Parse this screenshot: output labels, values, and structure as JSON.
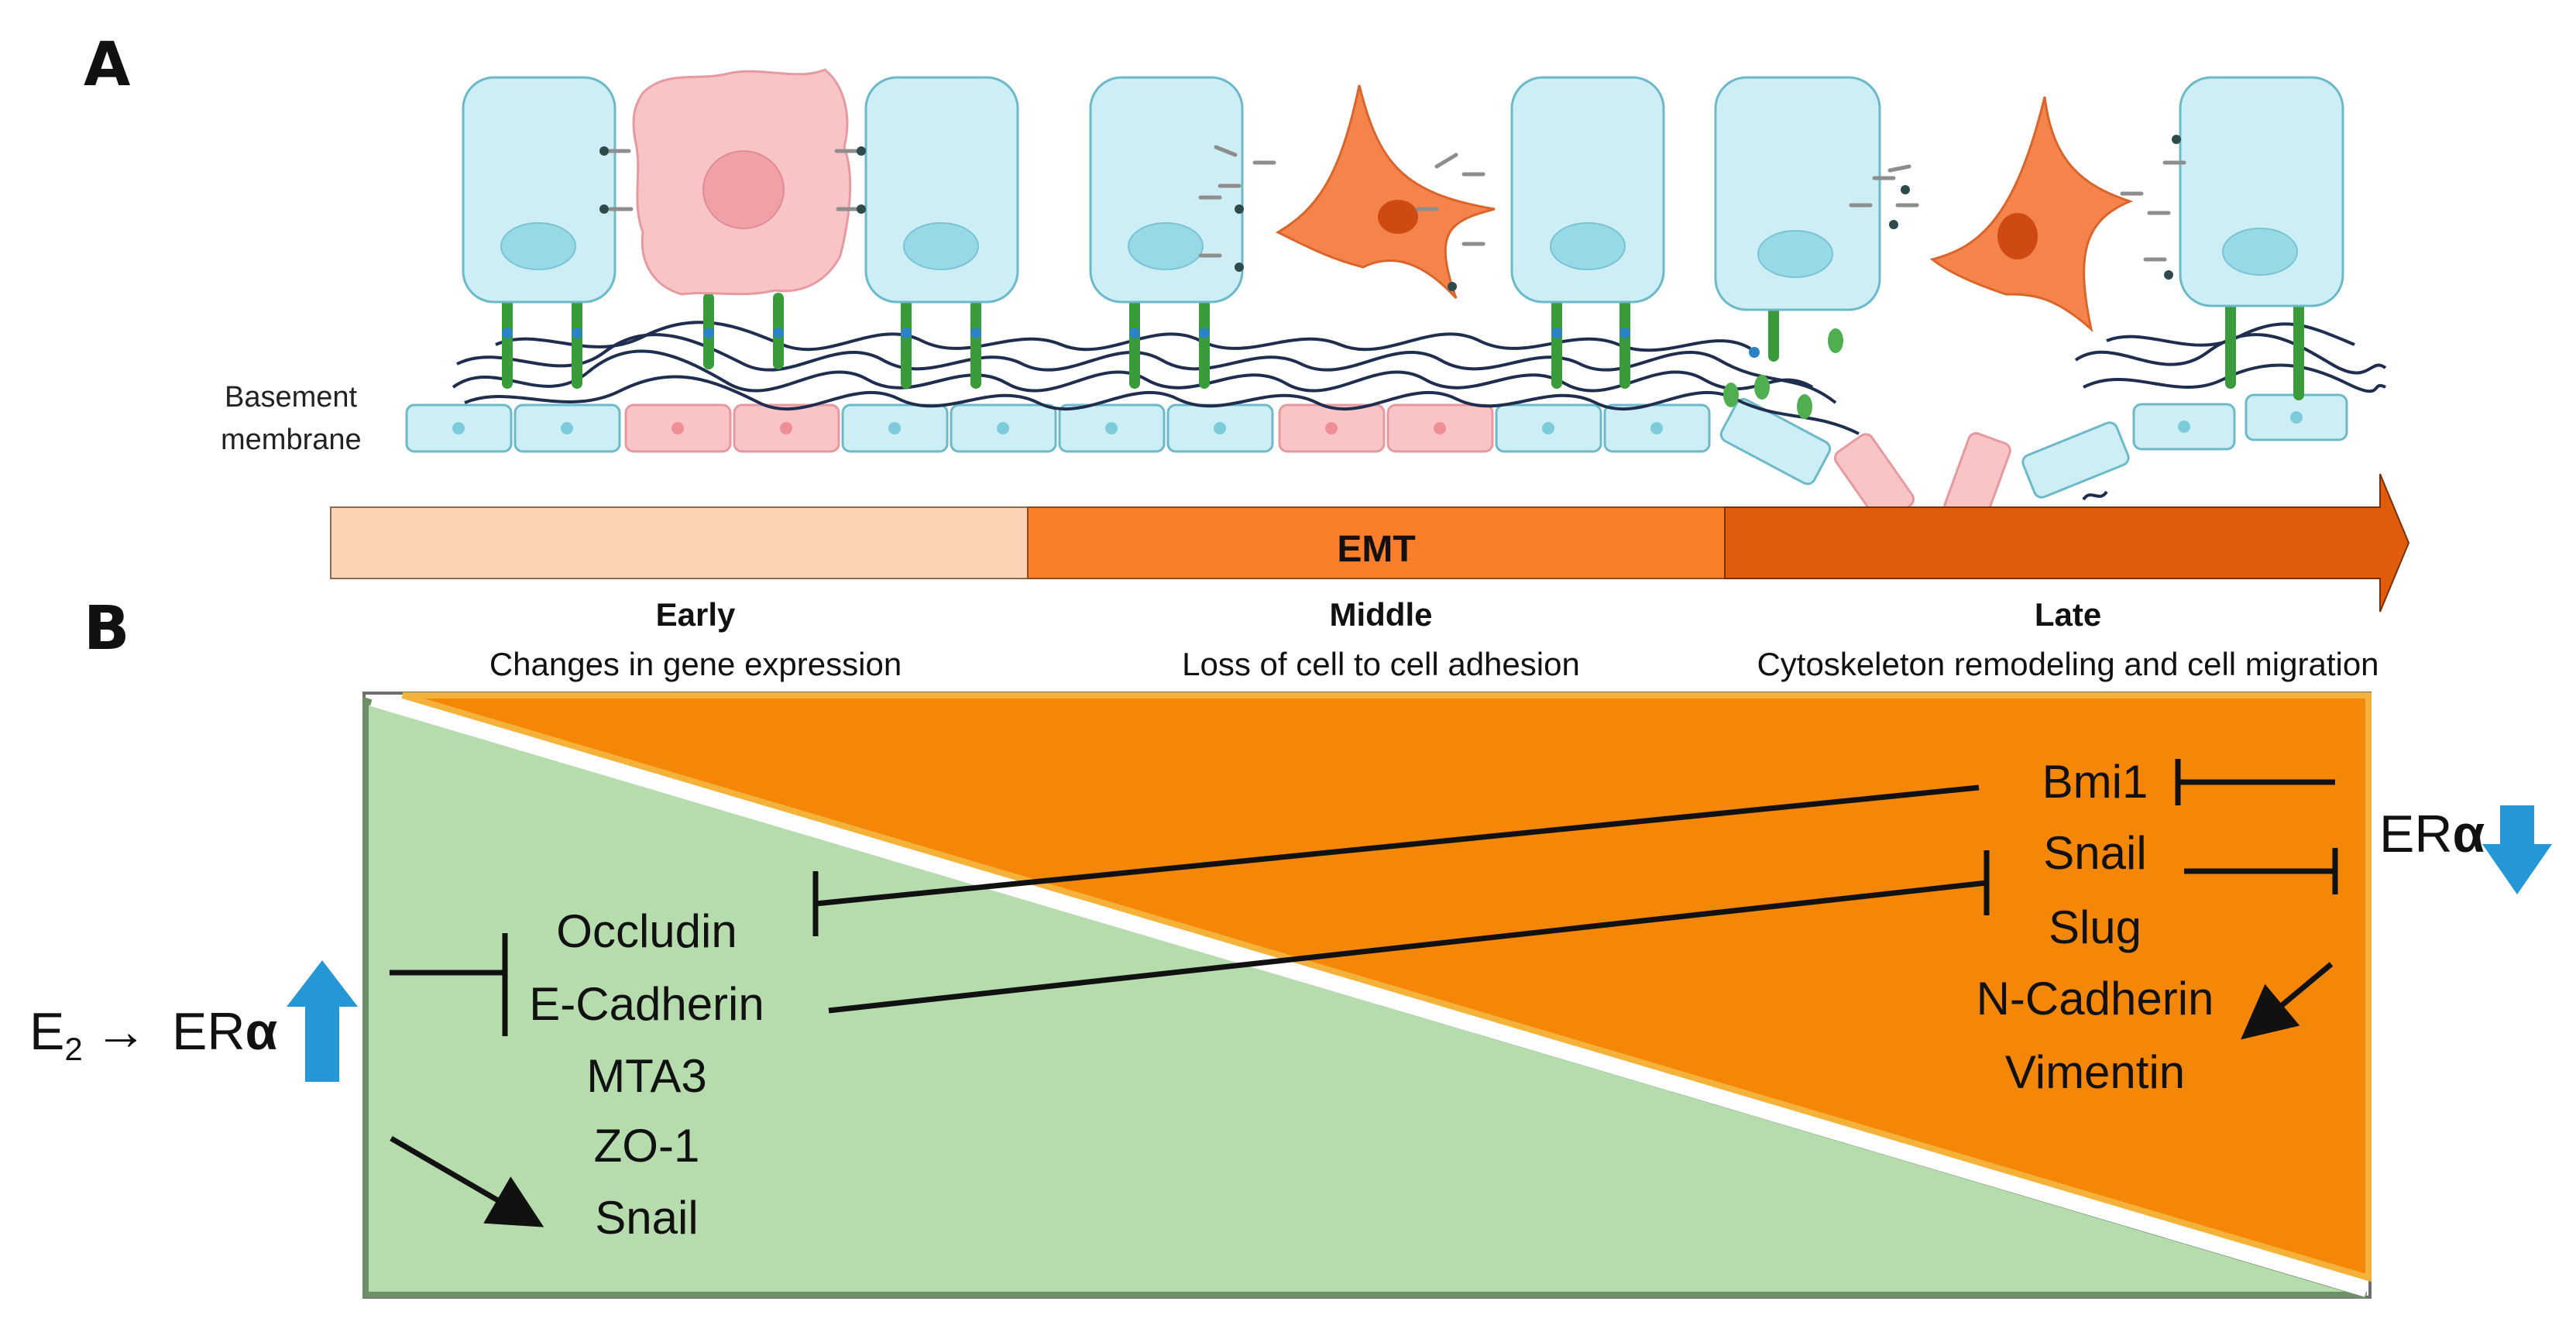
{
  "panel_a": {
    "label": "A",
    "basement_label_line1": "Basement",
    "basement_label_line2": "membrane",
    "emt_label": "EMT"
  },
  "panel_b": {
    "label": "B"
  },
  "stages": [
    {
      "title": "Early",
      "description": "Changes in gene expression"
    },
    {
      "title": "Middle",
      "description": "Loss of cell to cell adhesion"
    },
    {
      "title": "Late",
      "description": "Cytoskeleton remodeling and cell migration"
    }
  ],
  "left_markers": [
    "Occludin",
    "E-Cadherin",
    "MTA3",
    "ZO-1",
    "Snail"
  ],
  "right_markers": [
    "Bmi1",
    "Snail",
    "Slug",
    "N-Cadherin",
    "Vimentin"
  ],
  "left_driver": {
    "e": "E",
    "sub": "2",
    "arrow": "→",
    "er": "ER",
    "alpha": "α"
  },
  "right_driver": {
    "er": "ER",
    "alpha": "α"
  },
  "colors": {
    "stage_early": "#fcd4b4",
    "stage_middle": "#fb7e2a",
    "stage_late": "#e15c0c",
    "epithelial_green": "#b6dcae",
    "mesenchymal_orange": "#f48608",
    "up_down_arrow": "#2596d6",
    "epithelial_cell": "#cdeef5",
    "mesenchymal_cell": "#f5844c"
  }
}
